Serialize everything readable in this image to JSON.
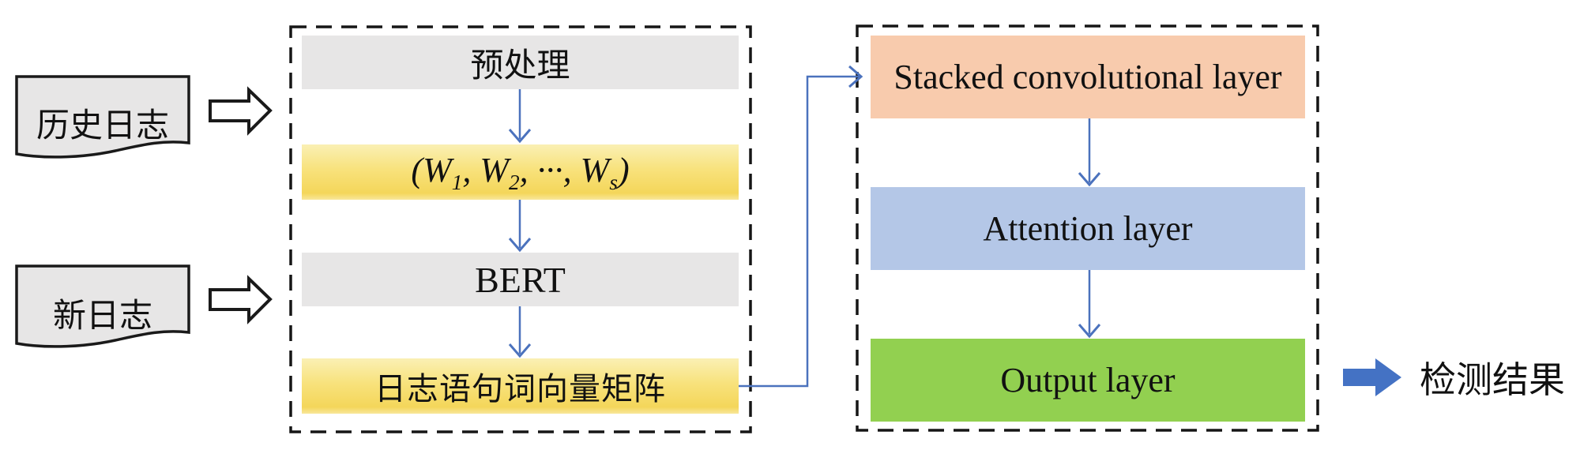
{
  "inputs": {
    "history_log": "历史日志",
    "new_log": "新日志"
  },
  "embedding_module": {
    "preprocess": "预处理",
    "formula": {
      "open": "(",
      "w1": "W",
      "sub1": "1",
      "comma1": ", ",
      "w2": "W",
      "sub2": "2",
      "comma2": ", ",
      "dots": "···",
      "comma3": ", ",
      "w3": "W",
      "sub3": "s",
      "close": ")"
    },
    "bert": "BERT",
    "matrix": "日志语句词向量矩阵"
  },
  "network_module": {
    "conv": "Stacked convolutional layer",
    "attention": "Attention layer",
    "output": "Output layer"
  },
  "result": "检测结果",
  "colors": {
    "gray_box": "#E7E6E6",
    "yellow_box_top": "#FAF0B4",
    "yellow_box_mid": "#F8E27C",
    "yellow_box_bottom": "#F4D65A",
    "conv_layer": "#F8CBAD",
    "attention_layer": "#B4C7E7",
    "output_layer": "#92D050",
    "thin_arrow": "#4B72BD",
    "block_arrow": "#4472C4",
    "frame_border": "#161616",
    "document_fill": "#E7E6E6"
  }
}
